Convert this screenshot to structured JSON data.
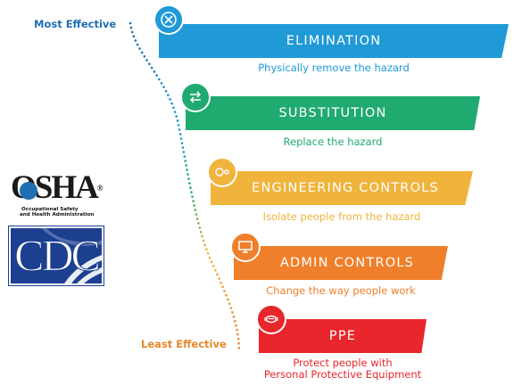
{
  "scale_labels": {
    "top": "Most Effective",
    "bottom": "Least Effective"
  },
  "levels": [
    {
      "title": "ELIMINATION",
      "description": "Physically remove the hazard",
      "color": "#1f9ad6",
      "icon": "x-circle-icon"
    },
    {
      "title": "SUBSTITUTION",
      "description": "Replace the hazard",
      "color": "#1faa6f",
      "icon": "swap-arrows-icon"
    },
    {
      "title": "ENGINEERING CONTROLS",
      "description": "Isolate people from the hazard",
      "color": "#f0b43c",
      "icon": "isolation-icon"
    },
    {
      "title": "ADMIN CONTROLS",
      "description": "Change the way people work",
      "color": "#ef7f2a",
      "icon": "monitor-icon"
    },
    {
      "title": "PPE",
      "description": "Protect people with",
      "description2": "Personal Protective Equipment",
      "color": "#e8262b",
      "icon": "face-mask-icon"
    }
  ],
  "logos": {
    "osha": {
      "mark": "OSHA",
      "registered": "®",
      "line1": "Occupational Safety",
      "line2": "and Health Administration"
    },
    "cdc": {
      "mark": "CDC"
    }
  }
}
